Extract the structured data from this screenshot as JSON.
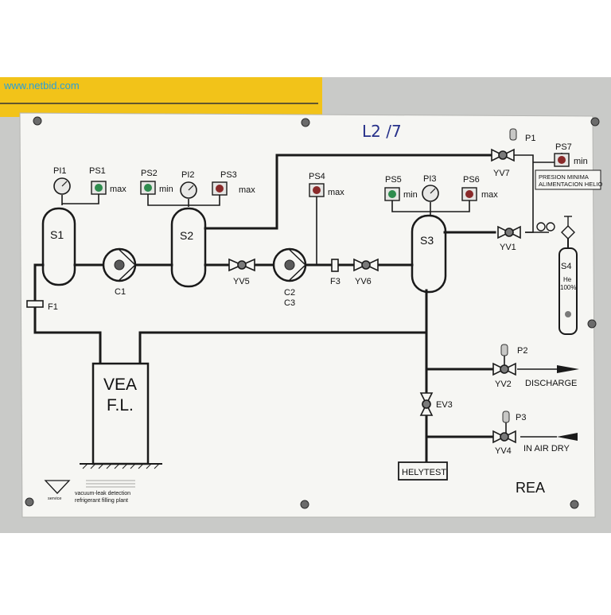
{
  "watermark": "www.netbid.com",
  "handwritten_note": "L2 /7",
  "colors": {
    "panel": "#f6f6f3",
    "frame": "#c9cac8",
    "tape": "#f2c319",
    "line": "#1a1a1a",
    "watermark": "#2a9fd8"
  },
  "instruments": {
    "pi1": "PI1",
    "ps1": "PS1",
    "ps1_mode": "max",
    "ps2": "PS2",
    "ps2_mode": "min",
    "pi2": "PI2",
    "ps3": "PS3",
    "ps3_mode": "max",
    "ps4": "PS4",
    "ps4_mode": "max",
    "ps5": "PS5",
    "ps5_mode": "min",
    "pi3": "PI3",
    "ps6": "PS6",
    "ps6_mode": "max",
    "p1": "P1",
    "ps7": "PS7",
    "ps7_mode": "min",
    "p2": "P2",
    "p3": "P3"
  },
  "vessels": {
    "s1": "S1",
    "s2": "S2",
    "s3": "S3"
  },
  "compressors": {
    "c1": "C1",
    "c2": "C2",
    "c3": "C3"
  },
  "valves": {
    "yv1": "YV1",
    "yv2": "YV2",
    "yv4": "YV4",
    "yv5": "YV5",
    "yv6": "YV6",
    "yv7": "YV7",
    "ev3": "EV3"
  },
  "filters": {
    "f1": "F1",
    "f3": "F3"
  },
  "helium_bottle": {
    "name": "S4",
    "gas": "He",
    "purity": "100%"
  },
  "helium_note": {
    "line1": "PRESION MINIMA",
    "line2": "ALIMENTACION HELIO"
  },
  "outlets": {
    "discharge": "DISCHARGE",
    "in_air_dry": "IN AIR DRY"
  },
  "vea_box": {
    "line1": "VEA",
    "line2": "F.L."
  },
  "helytest": "HELYTEST",
  "plant_code": "REA",
  "company": {
    "brand": "service",
    "line1": "vacuum-leak detection",
    "line2": "refrigerant filling plant"
  }
}
